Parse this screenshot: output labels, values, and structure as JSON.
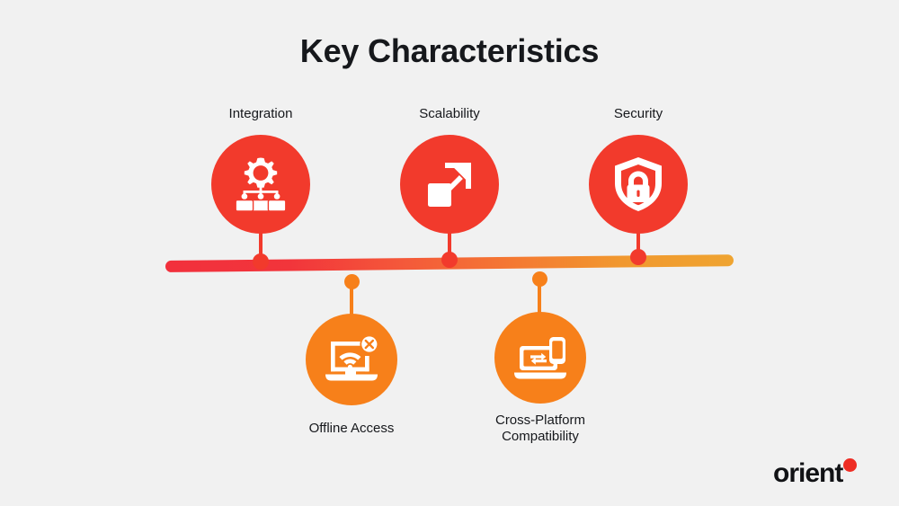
{
  "title": "Key Characteristics",
  "background_color": "#f1f1f1",
  "colors": {
    "title_text": "#16181c",
    "label_text": "#16181c",
    "top_node": "#f23a2c",
    "bottom_node": "#f7801a",
    "bar_gradient_start": "#f2303c",
    "bar_gradient_end": "#efa431",
    "logo_text": "#111215",
    "logo_dot": "#ee2d24"
  },
  "timeline": {
    "nodes": [
      {
        "label": "Integration",
        "position": "top",
        "icon": "gear-hierarchy-icon",
        "color": "#f23a2c"
      },
      {
        "label": "Scalability",
        "position": "top",
        "icon": "expand-arrow-squares-icon",
        "color": "#f23a2c"
      },
      {
        "label": "Security",
        "position": "top",
        "icon": "shield-lock-icon",
        "color": "#f23a2c"
      },
      {
        "label": "Offline Access",
        "position": "bottom",
        "icon": "laptop-wifi-off-icon",
        "color": "#f7801a"
      },
      {
        "label_line1": "Cross-Platform",
        "label_line2": "Compatibility",
        "position": "bottom",
        "icon": "laptop-phone-sync-icon",
        "color": "#f7801a"
      }
    ]
  },
  "logo": {
    "word": "orient",
    "dot_color": "#ee2d24"
  }
}
